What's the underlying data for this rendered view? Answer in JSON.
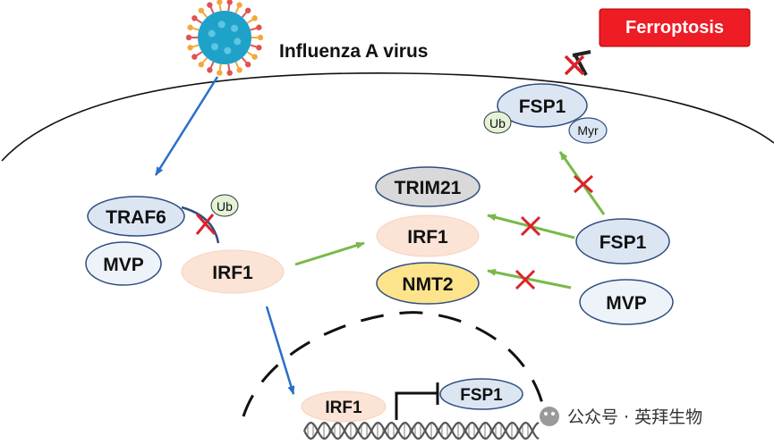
{
  "title_badge": "Ferroptosis",
  "virus_label": "Influenza A virus",
  "nodes": {
    "traf6": "TRAF6",
    "ub_traf6": "Ub",
    "mvp_left": "MVP",
    "irf1_left": "IRF1",
    "trim21": "TRIM21",
    "irf1_center": "IRF1",
    "nmt2": "NMT2",
    "fsp1_membrane": "FSP1",
    "ub_fsp1": "Ub",
    "myr": "Myr",
    "fsp1_right": "FSP1",
    "mvp_right": "MVP",
    "irf1_dna": "IRF1",
    "fsp1_dna": "FSP1"
  },
  "watermark": "公众号 · 英拜生物",
  "colors": {
    "badge": "#ee1c25",
    "blue_arrow": "#2a6fc8",
    "green_arrow": "#77b94a",
    "inhibit_x": "#d9232a",
    "node_blue_fill": "#dce6f3",
    "node_border": "#2f4e7f",
    "irf1_fill": "#fbe3d6",
    "nmt2_fill": "#fde48c",
    "trim21_fill": "#d9d9d9",
    "ub_fill": "#e4f2d8"
  }
}
